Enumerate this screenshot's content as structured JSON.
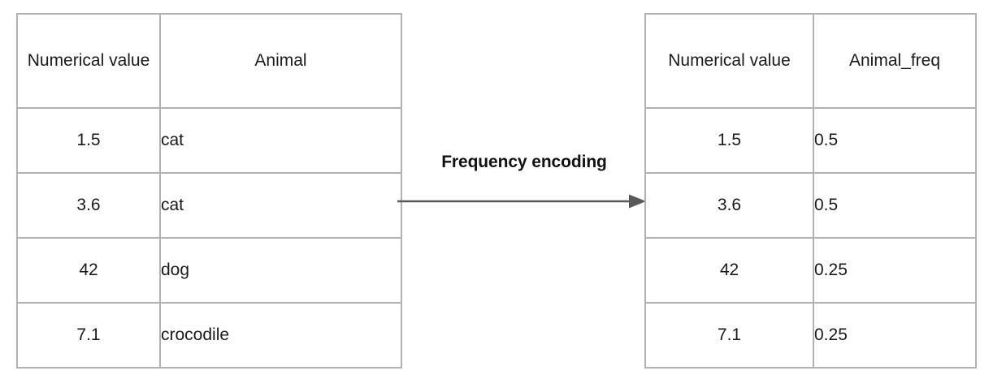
{
  "diagram": {
    "title_text": "Frequency encoding",
    "arrow": {
      "name": "rightward-arrow",
      "direction": "right",
      "color": "#595959"
    },
    "colors": {
      "border": "#b2b2b2",
      "text": "#1a1a1a",
      "arrow": "#595959",
      "background": "#ffffff"
    }
  },
  "source_table": {
    "name": "original-data-table",
    "columns": [
      "Numerical value",
      "Animal"
    ],
    "rows": [
      [
        "1.5",
        "cat"
      ],
      [
        "3.6",
        "cat"
      ],
      [
        "42",
        "dog"
      ],
      [
        "7.1",
        "crocodile"
      ]
    ]
  },
  "encoded_table": {
    "name": "frequency-encoded-table",
    "columns": [
      "Numerical value",
      "Animal_freq"
    ],
    "rows": [
      [
        "1.5",
        "0.5"
      ],
      [
        "3.6",
        "0.5"
      ],
      [
        "42",
        "0.25"
      ],
      [
        "7.1",
        "0.25"
      ]
    ]
  }
}
